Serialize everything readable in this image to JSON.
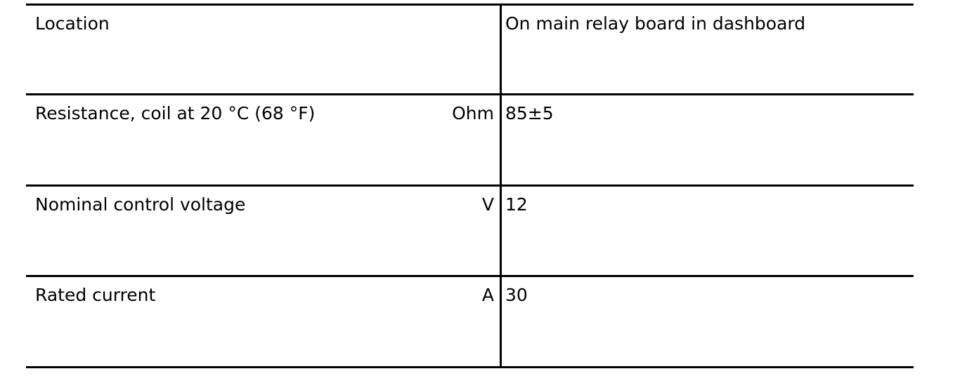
{
  "table": {
    "columns": [
      {
        "key": "label",
        "header": ""
      },
      {
        "key": "unit",
        "header": ""
      },
      {
        "key": "value",
        "header": ""
      }
    ],
    "rows": [
      {
        "label": "Location",
        "unit": "",
        "value": "On main relay board in dashboard"
      },
      {
        "label": "Resistance, coil at 20 °C (68 °F)",
        "unit": "Ohm",
        "value": "85±5"
      },
      {
        "label": "Nominal control voltage",
        "unit": "V",
        "value": "12"
      },
      {
        "label": "Rated current",
        "unit": "A",
        "value": "30"
      }
    ]
  },
  "style": {
    "rule_color": "#000000",
    "text_color": "#000000",
    "background": "#ffffff"
  }
}
